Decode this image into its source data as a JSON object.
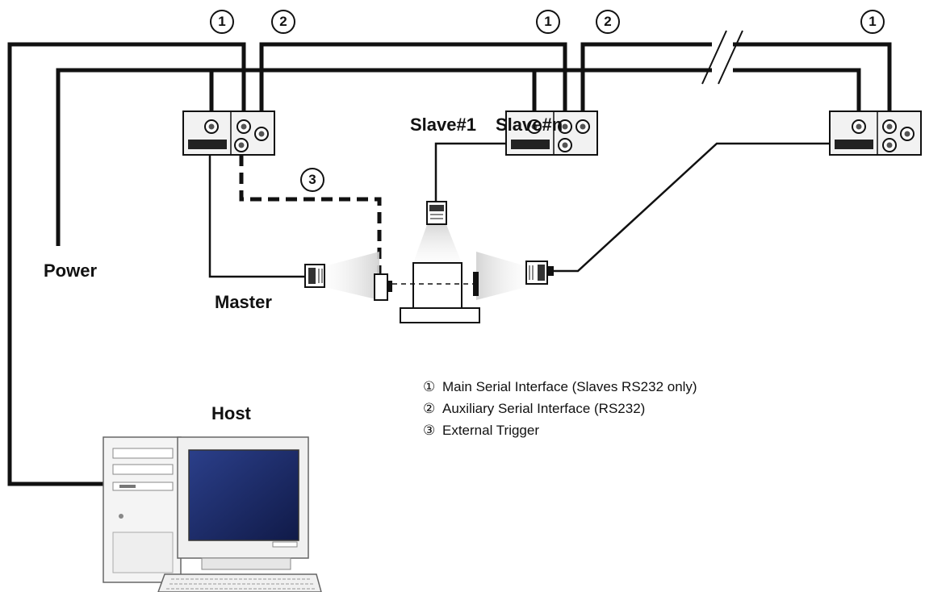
{
  "labels": {
    "power": "Power",
    "master": "Master",
    "slave_1": "Slave#1",
    "slave_n": "Slave#n",
    "host": "Host"
  },
  "callouts": {
    "main": "1",
    "auxiliary": "2",
    "trigger": "3"
  },
  "legend": [
    {
      "symbol": "①",
      "text": "Main Serial Interface (Slaves RS232 only)"
    },
    {
      "symbol": "②",
      "text": "Auxiliary Serial Interface (RS232)"
    },
    {
      "symbol": "③",
      "text": "External Trigger"
    }
  ],
  "colors": {
    "line": "#111111",
    "device": "#f0f0f0",
    "screen": "#1c2c6a",
    "beam": "#cfcfcf"
  }
}
